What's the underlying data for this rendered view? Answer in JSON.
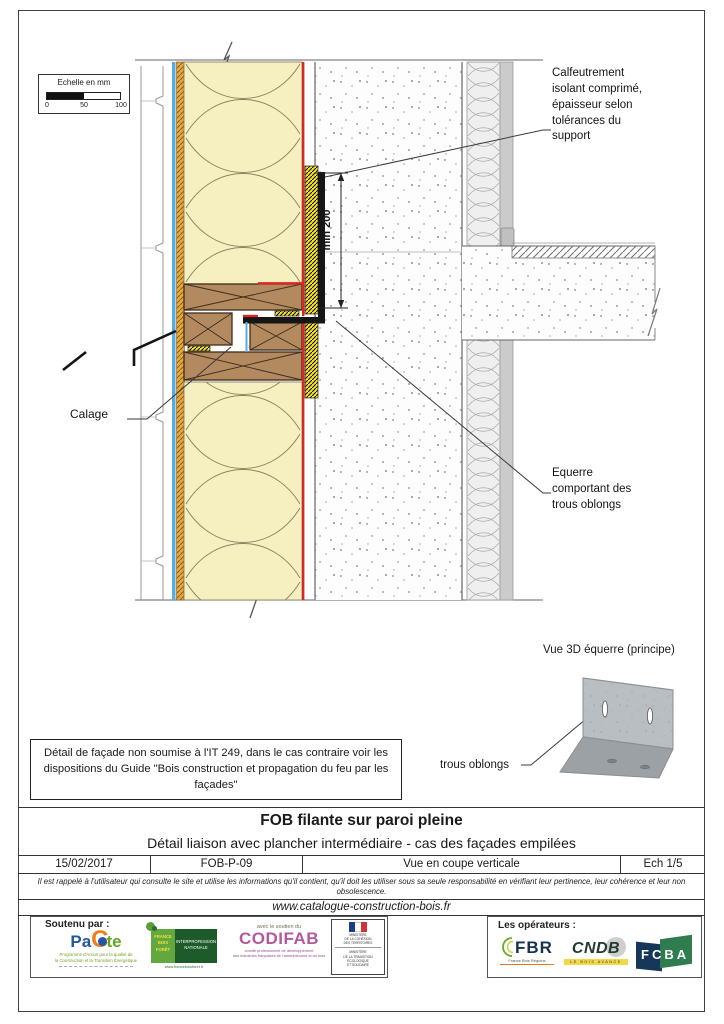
{
  "scale": {
    "title": "Echelle en mm",
    "t0": "0",
    "t50": "50",
    "t100": "100"
  },
  "ann": {
    "calfeutrement": "Calfeutrement isolant comprimé, épaisseur selon tolérances du support",
    "min200": "min 200",
    "calage": "Calage",
    "equerre": "Equerre comportant des trous oblongs",
    "vue3d": "Vue 3D équerre (principe)",
    "trous": "trous oblongs"
  },
  "note": "Détail de façade non soumise à l'IT 249, dans le cas contraire voir les dispositions du Guide \"Bois construction et propagation du feu par les façades\"",
  "tb": {
    "title": "FOB filante sur paroi pleine",
    "subtitle": "Détail liaison avec plancher intermédiaire - cas des façades empilées",
    "date": "15/02/2017",
    "ref": "FOB-P-09",
    "view": "Vue en coupe verticale",
    "ech": "Ech 1/5",
    "disclaimer": "Il est rappelé à l'utilisateur qui consulte le site et utilise les informations qu'il contient, qu'il doit les utiliser sous sa seule responsabilité en vérifiant leur pertinence, leur cohérence et leur non obsolescence.",
    "site": "www.catalogue-construction-bois.fr"
  },
  "footer": {
    "supported": "Soutenu par :",
    "operators": "Les opérateurs :",
    "pacte": {
      "pa": "Pa",
      "c": "C",
      "te": "te",
      "tag1": "Programme d'Action pour la qualité de",
      "tag2": "la Construction et la Transition Énergétique"
    },
    "fbf": {
      "w1": "FRANCE",
      "w2": "BOIS",
      "w3": "FORÊT",
      "r1": "INTERPROFESSION",
      "r2": "NATIONALE",
      "url": "www.franceboisforet.fr"
    },
    "codifab": {
      "avec": "avec le soutien du",
      "name": "CODIFAB",
      "tag1": "comité professionnel de développement",
      "tag2": "des industries françaises de l'ameublement et du bois"
    },
    "ministere": {
      "a1": "MINISTÈRE",
      "a2": "DE LA COHÉSION",
      "a3": "DES TERRITOIRES",
      "b1": "MINISTÈRE",
      "b2": "DE LA TRANSITION",
      "b3": "ÉCOLOGIQUE",
      "b4": "ET SOLIDAIRE"
    },
    "fbr": {
      "name": "FBR",
      "tag": "France Bois Régions"
    },
    "cndb": {
      "name": "CNDB",
      "tag": "LE BOIS AVANCE"
    },
    "fcba": {
      "name": "FCBA"
    }
  },
  "colors": {
    "membrane_red": "#e02424",
    "membrane_blue": "#5aace0",
    "insulation_yellow": "#f6efc0",
    "wood_brown": "#b3895f",
    "seal_yellow": "#f7e325",
    "batten_orange": "#e8a93f"
  }
}
